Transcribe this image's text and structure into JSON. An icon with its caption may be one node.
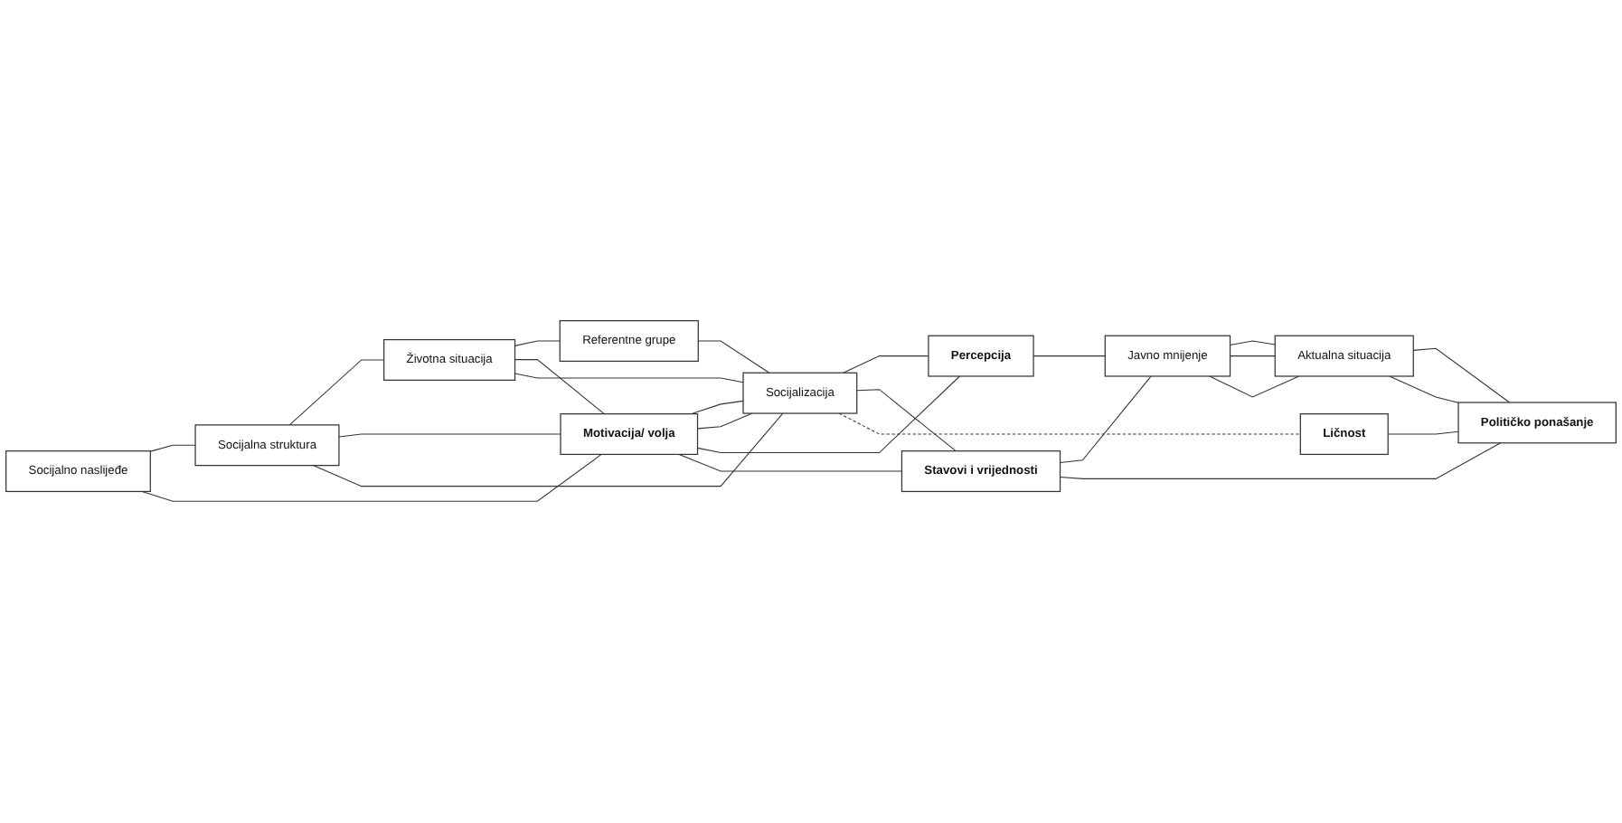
{
  "diagram": {
    "nodes": [
      {
        "text": [
          "Socijalno naslijeđe"
        ]
      },
      {
        "text": [
          "Socijalna struktura"
        ]
      },
      {
        "text": [
          "Životna situacija"
        ]
      },
      {
        "text": [
          "Referentne grupe"
        ]
      },
      {
        "text": [
          "Motivacija/ volja"
        ]
      },
      {
        "text": [
          "Socijalizacija"
        ]
      },
      {
        "text": [
          "Percepcija"
        ]
      },
      {
        "text": [
          "Stavovi i vrijednosti"
        ]
      },
      {
        "text": [
          "Ličnost"
        ]
      },
      {
        "text": [
          "Javno mnijenje"
        ]
      },
      {
        "text": [
          "Aktualna situacija"
        ]
      },
      {
        "text": [
          "Političko ponašanje"
        ]
      }
    ],
    "edges": [
      {
        "from": 0,
        "to": 1,
        "arrow": "none"
      },
      {
        "from": 1,
        "to": 2,
        "arrow": "none"
      },
      {
        "from": 2,
        "to": 3,
        "arrow": "none"
      },
      {
        "from": 0,
        "to": 4,
        "arrow": "none"
      },
      {
        "from": 1,
        "to": 4,
        "arrow": "none"
      },
      {
        "from": 1,
        "to": 5,
        "arrow": "none"
      },
      {
        "from": 2,
        "to": 4,
        "arrow": "none"
      },
      {
        "from": 2,
        "to": 5,
        "arrow": "none"
      },
      {
        "from": 3,
        "to": 5,
        "arrow": "none"
      },
      {
        "from": 4,
        "to": 5,
        "arrow": "none"
      },
      {
        "from": 4,
        "to": 5,
        "arrow": "none"
      },
      {
        "from": 4,
        "to": 6,
        "arrow": "none"
      },
      {
        "from": 4,
        "to": 7,
        "arrow": "none"
      },
      {
        "from": 5,
        "to": 6,
        "arrow": "none"
      },
      {
        "from": 5,
        "to": 7,
        "arrow": "none"
      },
      {
        "from": 5,
        "to": 8,
        "arrow": "none",
        "style": "dashed"
      },
      {
        "from": 6,
        "to": 9,
        "arrow": "none"
      },
      {
        "from": 7,
        "to": 9,
        "arrow": "none"
      },
      {
        "from": 7,
        "to": 11,
        "arrow": "none"
      },
      {
        "from": 8,
        "to": 11,
        "arrow": "none"
      },
      {
        "from": 9,
        "to": 10,
        "arrow": "none"
      },
      {
        "from": 9,
        "to": 10,
        "arrow": "none"
      },
      {
        "from": 10,
        "to": 11,
        "arrow": "none"
      },
      {
        "from": 9,
        "to": 10,
        "arrow": "none"
      },
      {
        "from": 10,
        "to": 11,
        "arrow": "none"
      }
    ]
  }
}
